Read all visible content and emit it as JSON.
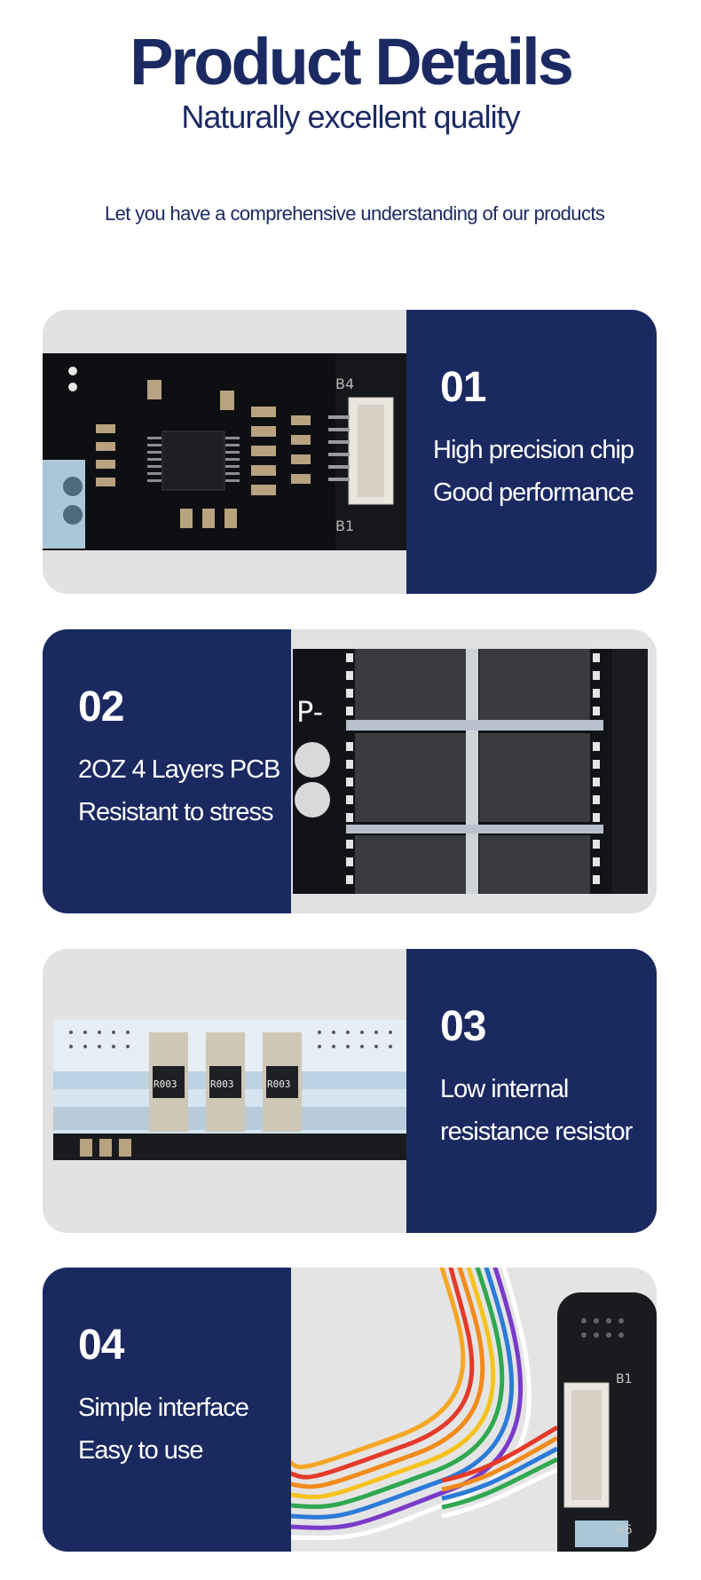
{
  "header": {
    "title": "Product Details",
    "subtitle": "Naturally excellent quality",
    "intro": "Let you have a comprehensive understanding of our products"
  },
  "features": [
    {
      "number": "01",
      "line1": "High precision chip",
      "line2": "Good performance",
      "image": "pcb-chip-board-photo"
    },
    {
      "number": "02",
      "line1": "2OZ 4 Layers PCB",
      "line2": "Resistant to stress",
      "image": "mosfet-pcb-photo"
    },
    {
      "number": "03",
      "line1": "Low internal",
      "line2": "resistance resistor",
      "image": "shunt-resistor-photo"
    },
    {
      "number": "04",
      "line1": "Simple interface",
      "line2": "Easy to use",
      "image": "wire-harness-connector-photo"
    }
  ],
  "board_markings": {
    "p_minus": "P-",
    "b4": "B4",
    "b1": "B1",
    "b6": "B6",
    "resistor_code": "R003"
  },
  "colors": {
    "navy": "#1b2961",
    "card_bg": "#e2e2e2",
    "text_navy": "#1c2a63"
  }
}
